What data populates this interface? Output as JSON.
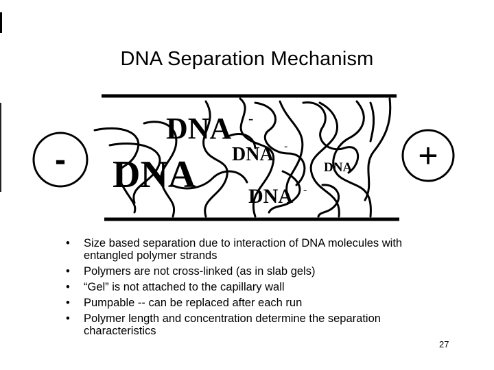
{
  "slide": {
    "title": "DNA Separation Mechanism",
    "page_number": "27"
  },
  "diagram": {
    "electrodes": {
      "negative": "-",
      "positive": "+"
    },
    "molecules": [
      {
        "label": "DNA",
        "charge": "-"
      },
      {
        "label": "DNA",
        "charge": ""
      },
      {
        "label": "DNA",
        "charge": "-"
      },
      {
        "label": "DNA",
        "charge": "-"
      },
      {
        "label": "DNA",
        "charge": "-"
      }
    ]
  },
  "bullets": [
    "Size based separation due to interaction of DNA molecules with entangled polymer strands",
    "Polymers are not cross-linked (as in slab gels)",
    "“Gel” is not attached to the capillary wall",
    "Pumpable -- can be replaced after each run",
    "Polymer length and concentration determine the separation characteristics"
  ],
  "bullet_marker": "•"
}
